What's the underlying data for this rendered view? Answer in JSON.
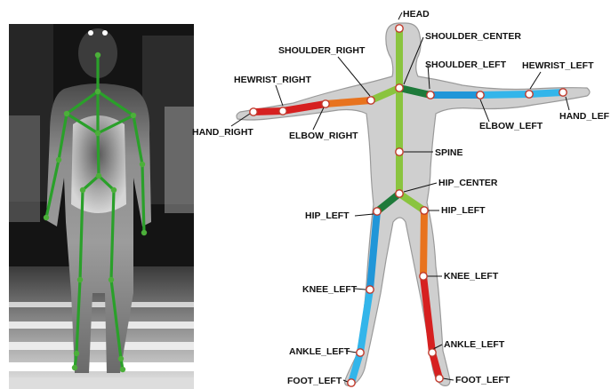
{
  "depth_panel": {
    "joint_color": "#4caf3a",
    "bone_color": "#2aa02a"
  },
  "skeleton": {
    "body_fill": "#cfcfcf",
    "body_stroke": "#9a9a9a",
    "bone_colors": {
      "light_green": "#8ac43f",
      "dark_green": "#1e7a3a",
      "orange": "#e8731e",
      "red": "#d62020",
      "blue": "#2196d8",
      "light_blue": "#33b5ea"
    },
    "joints": {
      "head": "HEAD",
      "shoulder_center": "SHOULDER_CENTER",
      "shoulder_right": "SHOULDER_RIGHT",
      "shoulder_left": "SHOULDER_LEFT",
      "hewrist_right": "HEWRIST_RIGHT",
      "hewrist_left": "HEWRIST_LEFT",
      "hand_right": "HAND_RIGHT",
      "hand_left": "HAND_LEF",
      "elbow_right": "ELBOW_RIGHT",
      "elbow_left": "ELBOW_LEFT",
      "spine": "SPINE",
      "hip_center": "HIP_CENTER",
      "hip_left_a": "HIP_LEFT",
      "hip_left_b": "HIP_LEFT",
      "knee_left_a": "KNEE_LEFT",
      "knee_left_b": "KNEE_LEFT",
      "ankle_left_a": "ANKLE_LEFT",
      "ankle_left_b": "ANKLE_LEFT",
      "foot_left_a": "FOOT_LEFT",
      "foot_left_b": "FOOT_LEFT"
    }
  }
}
